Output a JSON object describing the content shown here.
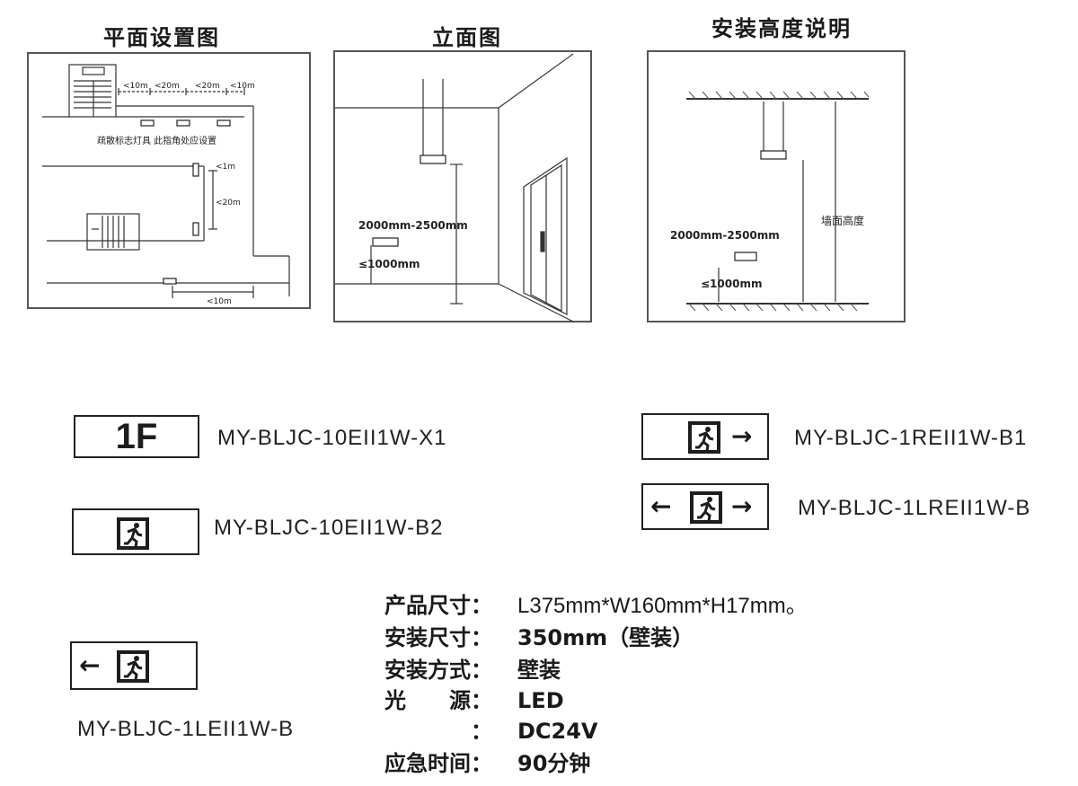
{
  "sections": {
    "plan_title": "平面设置图",
    "elevation_title": "立面图",
    "height_title": "安装高度说明"
  },
  "plan": {
    "dist1": "<10m",
    "dist2": "<20m",
    "dist3": "<20m",
    "dist4": "<10m",
    "note": "疏散标志灯具 此指角处应设置",
    "dist_v1": "<1m",
    "dist_v2": "<20m",
    "dist_bottom": "<10m"
  },
  "elevation": {
    "range": "2000mm-2500mm",
    "low": "≤1000mm"
  },
  "height": {
    "range": "2000mm-2500mm",
    "low": "≤1000mm",
    "wall": "墙面高度"
  },
  "signs": {
    "floor_text": "1F",
    "model_x1": "MY-BLJC-10EII1W-X1",
    "model_b2": "MY-BLJC-10EII1W-B2",
    "model_left": "MY-BLJC-1LEII1W-B",
    "model_right": "MY-BLJC-1REII1W-B1",
    "model_lr": "MY-BLJC-1LREII1W-B",
    "arrow_left": "←",
    "arrow_right": "→"
  },
  "specs": [
    {
      "label": "产品尺寸：",
      "value": "L375mm*W160mm*H17mm。"
    },
    {
      "label": "安装尺寸：",
      "value": "350mm（壁装）"
    },
    {
      "label": "安装方式：",
      "value": "壁装"
    },
    {
      "label": "光　　源：",
      "value": "LED"
    },
    {
      "label": "　　　　：",
      "value": "DC24V"
    },
    {
      "label": "应急时间：",
      "value": "90分钟"
    }
  ],
  "colors": {
    "line": "#333333",
    "sign_green": "#1d1d1d"
  },
  "icons": [
    "exit-man-icon",
    "arrow-left-icon",
    "arrow-right-icon"
  ]
}
